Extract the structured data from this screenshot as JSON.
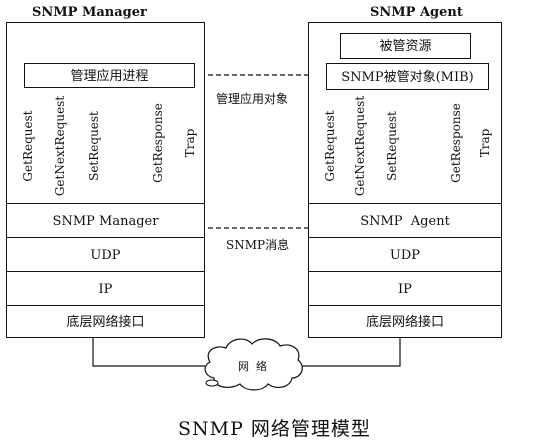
{
  "manager": {
    "title": "SNMP Manager",
    "process_box": "管理应用进程",
    "commands": [
      "GetRequest",
      "GetNextRequest",
      "SetRequest",
      "GetResponse",
      "Trap"
    ],
    "layers": [
      "SNMP Manager",
      "UDP",
      "IP",
      "底层网络接口"
    ]
  },
  "agent": {
    "title": "SNMP Agent",
    "resource_box": "被管资源",
    "mib_box": "SNMP被管对象(MIB)",
    "commands": [
      "GetRequest",
      "GetNextRequest",
      "SetRequest",
      "GetResponse",
      "Trap"
    ],
    "layers": [
      "SNMP  Agent",
      "UDP",
      "IP",
      "底层网络接口"
    ]
  },
  "middle": {
    "managed_objects_label": "管理应用对象",
    "snmp_messages_label": "SNMP消息"
  },
  "network": {
    "label": "网  络"
  },
  "caption": "SNMP 网络管理模型"
}
